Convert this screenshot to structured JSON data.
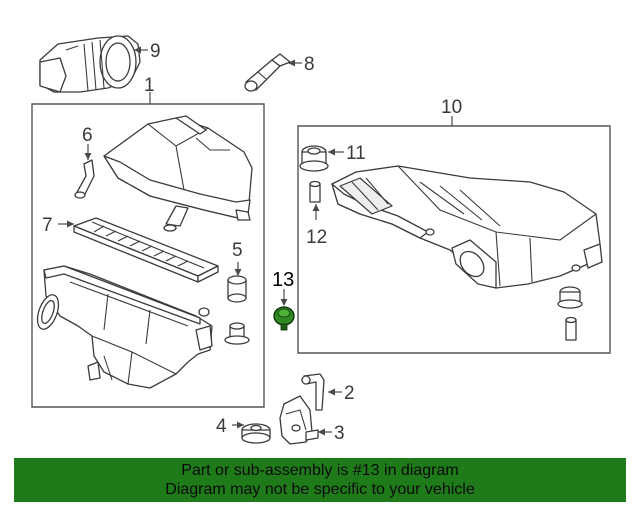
{
  "callouts": {
    "c1": "1",
    "c2": "2",
    "c3": "3",
    "c4": "4",
    "c5": "5",
    "c6": "6",
    "c7": "7",
    "c8": "8",
    "c9": "9",
    "c10": "10",
    "c11": "11",
    "c12": "12",
    "c13": "13"
  },
  "highlight_part": "13",
  "colors": {
    "banner_bg": "#1f7a1a",
    "highlight": "#2e8b22",
    "line": "#3b3b3b"
  },
  "banner": {
    "line1": "Part or sub-assembly is #13 in diagram",
    "line2": "Diagram may not be specific to your vehicle"
  }
}
